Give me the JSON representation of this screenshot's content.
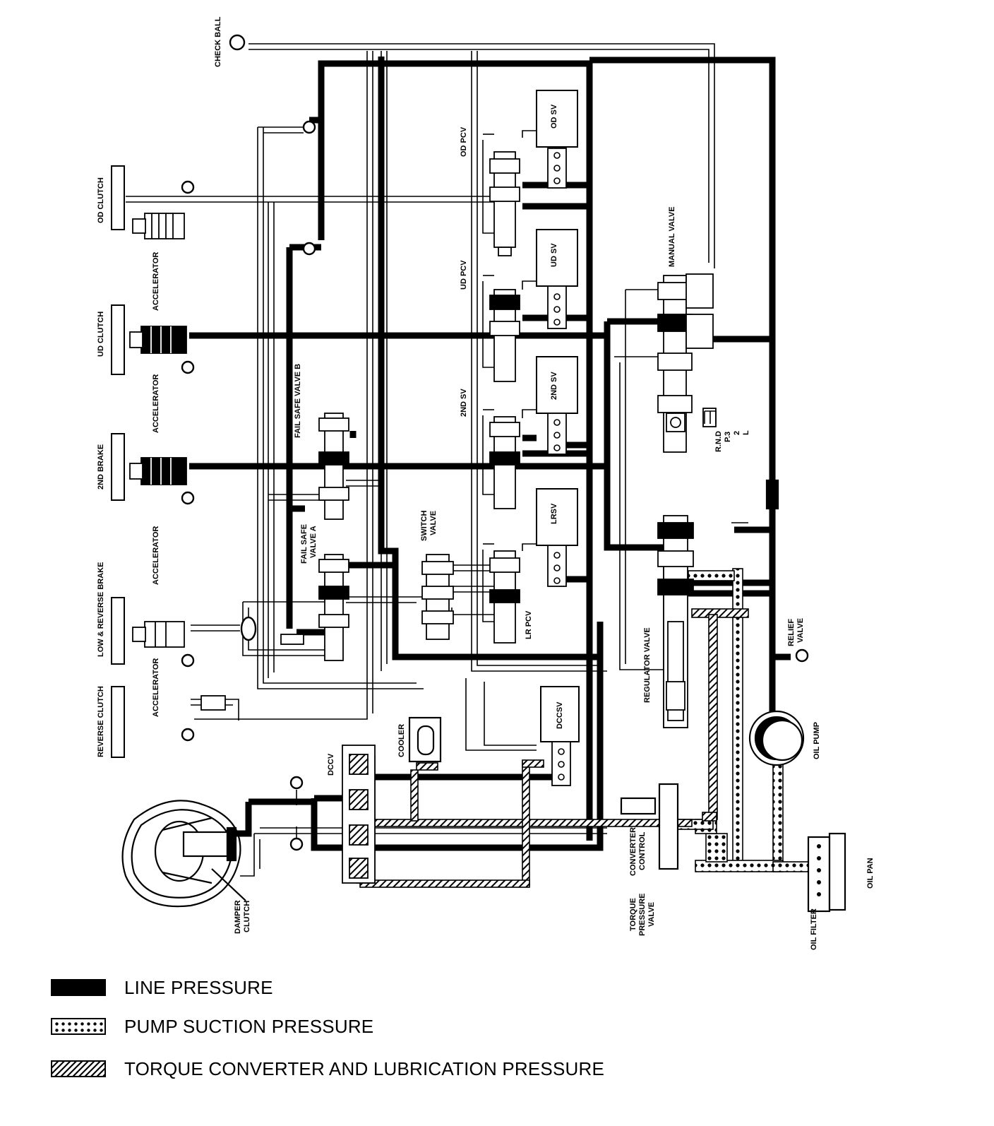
{
  "labels": {
    "check_ball": "CHECK BALL",
    "od_clutch": "OD CLUTCH",
    "ud_clutch": "UD CLUTCH",
    "second_brake": "2ND BRAKE",
    "low_reverse_brake": "LOW & REVERSE BRAKE",
    "reverse_clutch": "REVERSE CLUTCH",
    "accelerator_1": "ACCELERATOR",
    "accelerator_2": "ACCELERATOR",
    "accelerator_3": "ACCELERATOR",
    "accelerator_4": "ACCELERATOR",
    "od_pcv": "OD PCV",
    "ud_pcv": "UD PCV",
    "second_sv_left": "2ND SV",
    "od_sv": "OD SV",
    "ud_sv": "UD SV",
    "second_sv": "2ND SV",
    "lrsv": "LRSV",
    "lr_pcv": "LR PCV",
    "dccsv": "DCCSV",
    "fail_safe_valve_b": "FAIL SAFE VALVE B",
    "fail_safe_valve_a_1": "FAIL SAFE",
    "fail_safe_valve_a_2": "VALVE A",
    "switch_valve_1": "SWITCH",
    "switch_valve_2": "VALVE",
    "manual_valve": "MANUAL VALVE",
    "range_1": "R.N.D",
    "range_2": "P.3",
    "range_3": "2",
    "range_4": "L",
    "regulator_valve": "REGULATOR VALVE",
    "relief_valve_1": "RELIEF",
    "relief_valve_2": "VALVE",
    "oil_pump": "OIL PUMP",
    "dccv": "DCCV",
    "cooler": "COOLER",
    "damper_clutch_1": "DAMPER",
    "damper_clutch_2": "CLUTCH",
    "converter_control_1": "CONVERTER",
    "converter_control_2": "CONTROL",
    "torque_pressure_valve_1": "TORQUE",
    "torque_pressure_valve_2": "PRESSURE",
    "torque_pressure_valve_3": "VALVE",
    "oil_filter": "OIL FILTER",
    "oil_pan": "OIL PAN"
  },
  "legend": [
    {
      "key": "line",
      "label": "LINE PRESSURE"
    },
    {
      "key": "suction",
      "label": "PUMP SUCTION PRESSURE"
    },
    {
      "key": "torque",
      "label": "TORQUE CONVERTER AND LUBRICATION PRESSURE"
    }
  ]
}
